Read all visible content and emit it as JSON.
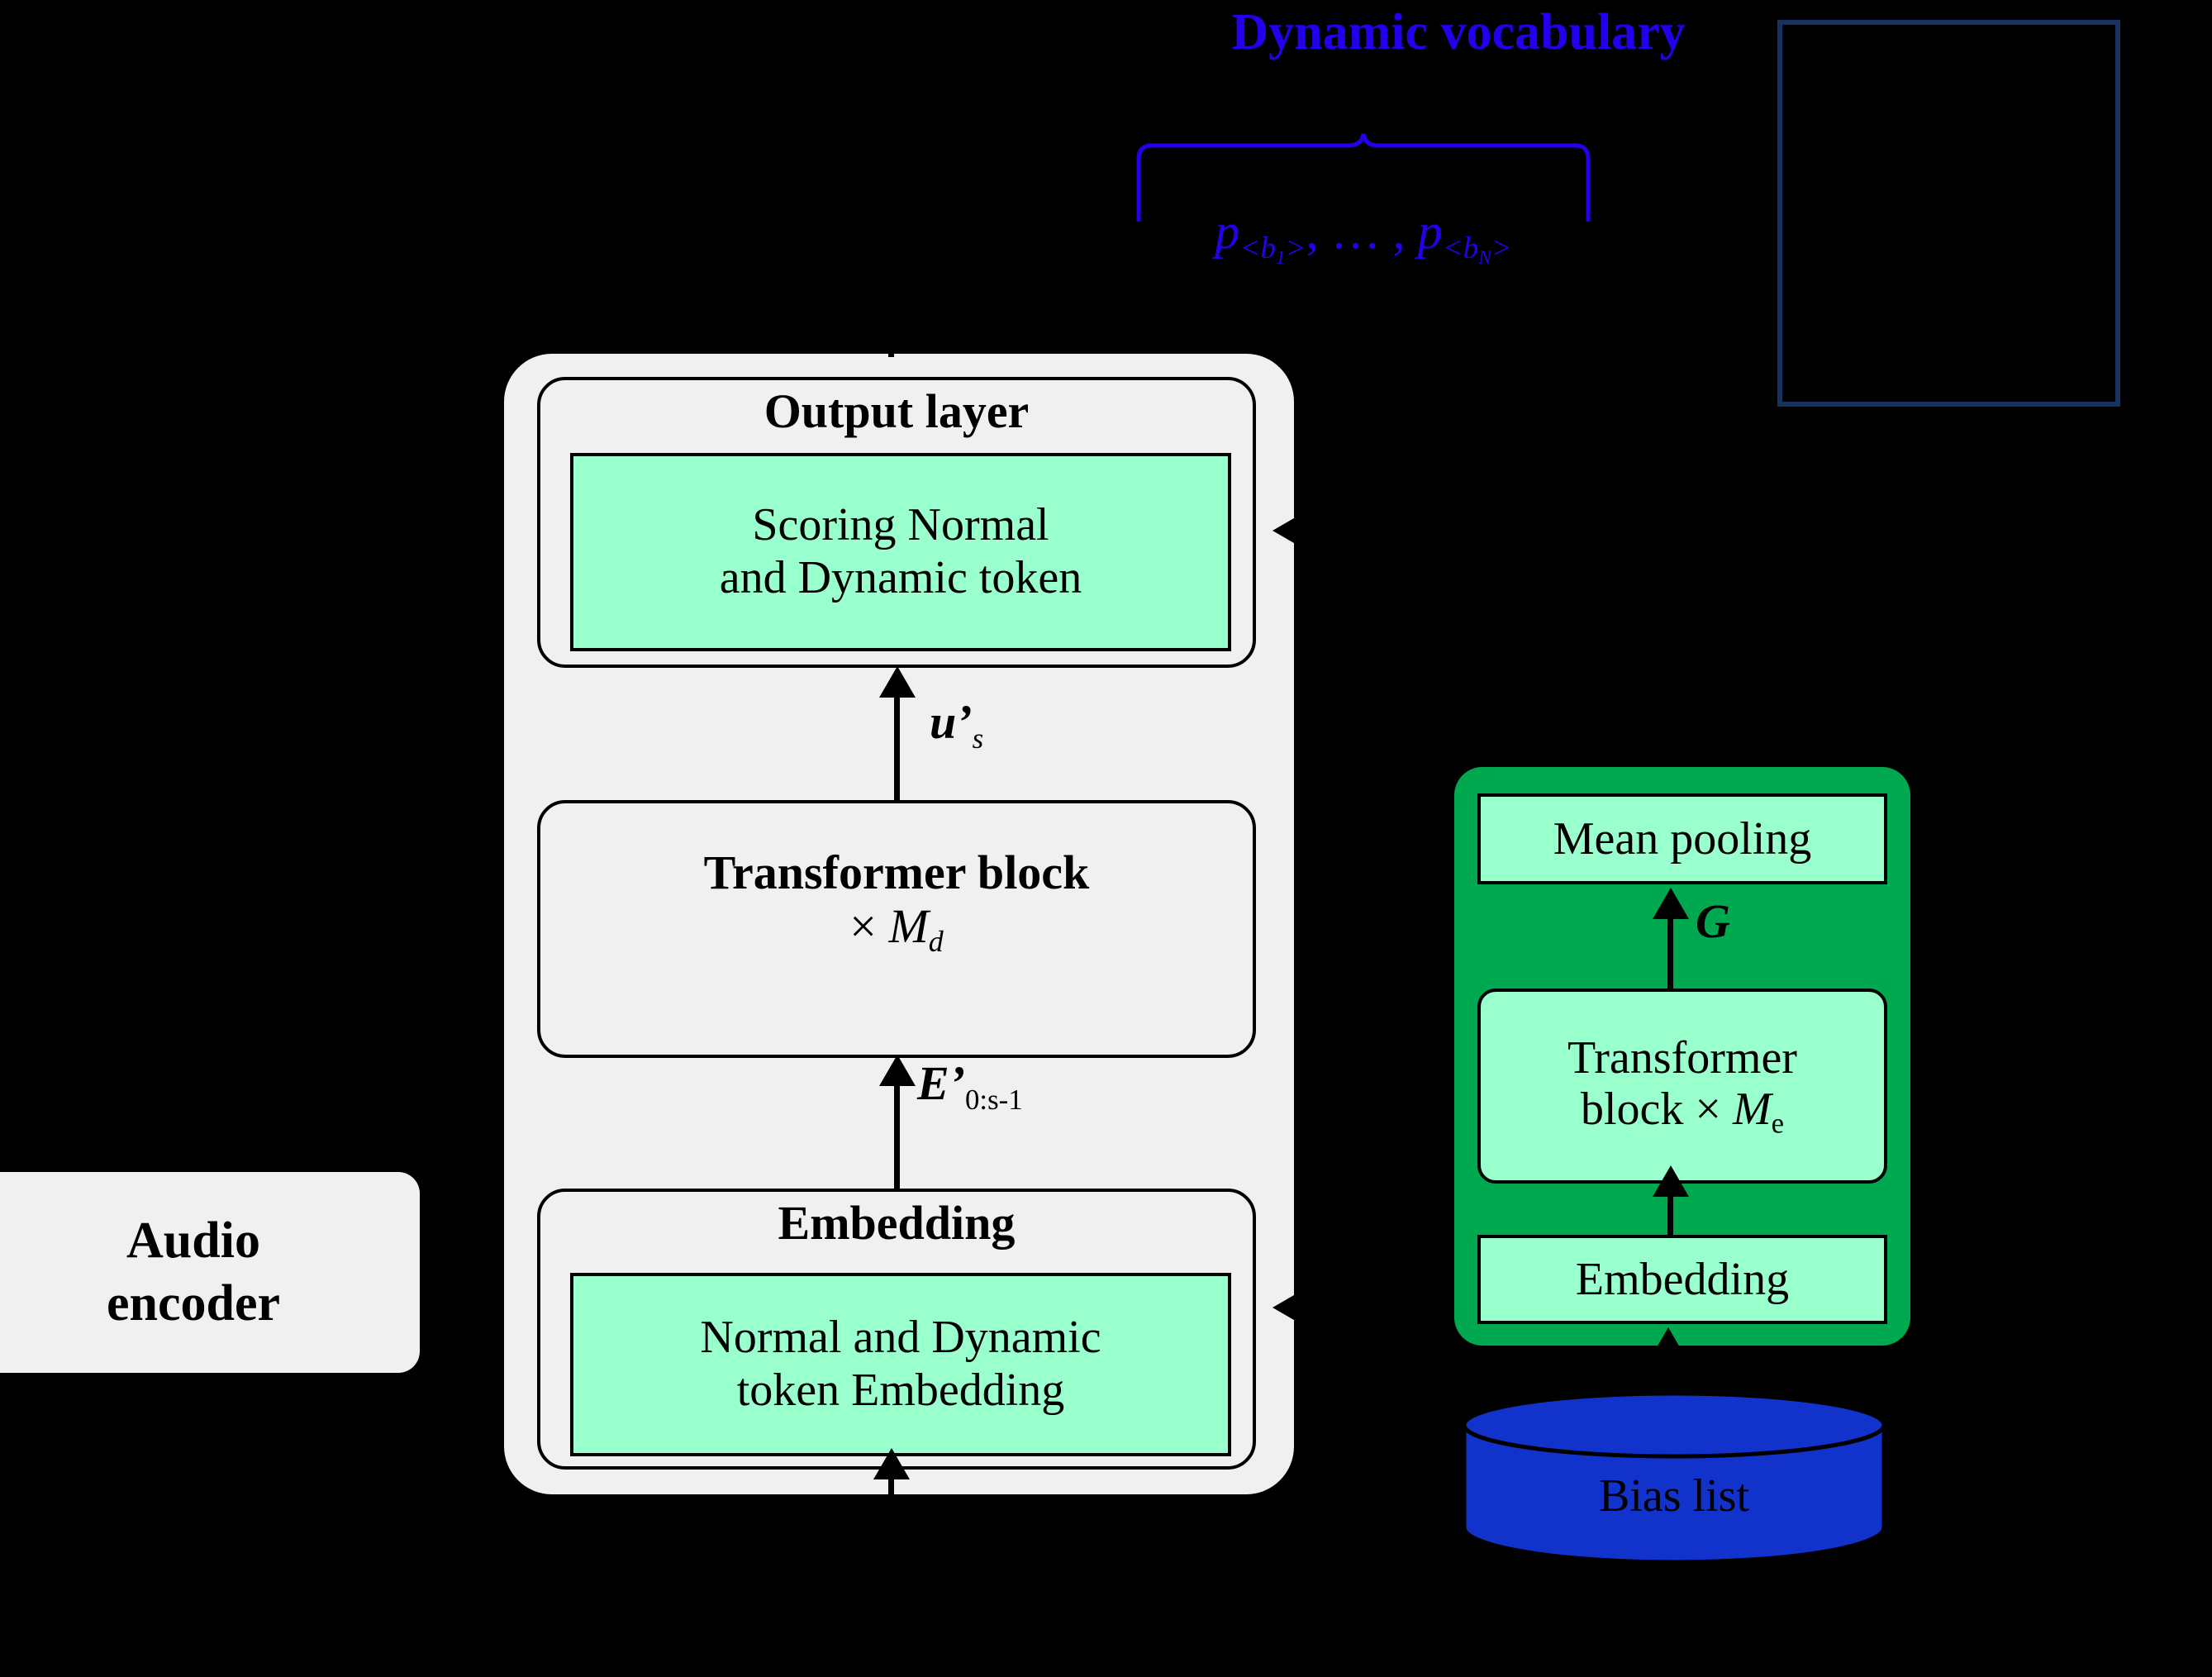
{
  "colors": {
    "background": "#000000",
    "panel_gray": "#f0f0f0",
    "mint": "#99ffcc",
    "green": "#00a94f",
    "blue_db": "#1133cc",
    "vocab_blue": "#2200ee",
    "frame_navy": "#17325e"
  },
  "dynamic_vocabulary": {
    "title": "Dynamic vocabulary",
    "formula_plain": "p<b1>, …, p<bN>",
    "formula_parts": {
      "p1": "p",
      "sub1_open": "<b",
      "sub1_index": "1",
      "sub1_close": ">",
      "separator": ", … , ",
      "p2": "p",
      "sub2_open": "<b",
      "sub2_index": "N",
      "sub2_close": ">"
    }
  },
  "audio_encoder": {
    "line1": "Audio",
    "line2": "encoder"
  },
  "decoder": {
    "output_layer": {
      "title": "Output layer",
      "inner_line1": "Scoring Normal",
      "inner_line2": "and Dynamic token"
    },
    "transformer_block": {
      "line1": "Transformer block",
      "multiplier_symbol": "×",
      "multiplier_var": "M",
      "multiplier_sub": "d"
    },
    "embedding": {
      "title": "Embedding",
      "inner_line1": "Normal and Dynamic",
      "inner_line2": "token Embedding"
    },
    "edge_labels": {
      "to_output": {
        "symbol": "u",
        "prime": "’",
        "sub": "s"
      },
      "to_transformer": {
        "symbol": "E",
        "prime": "’",
        "sub": "0:s-1"
      }
    }
  },
  "bias_encoder": {
    "mean_pooling": "Mean pooling",
    "transformer_line1": "Transformer",
    "transformer_line2": "block × ",
    "transformer_var": "M",
    "transformer_sub": "e",
    "embedding": "Embedding",
    "edge_label_G": "G"
  },
  "bias_list": {
    "label": "Bias list"
  }
}
